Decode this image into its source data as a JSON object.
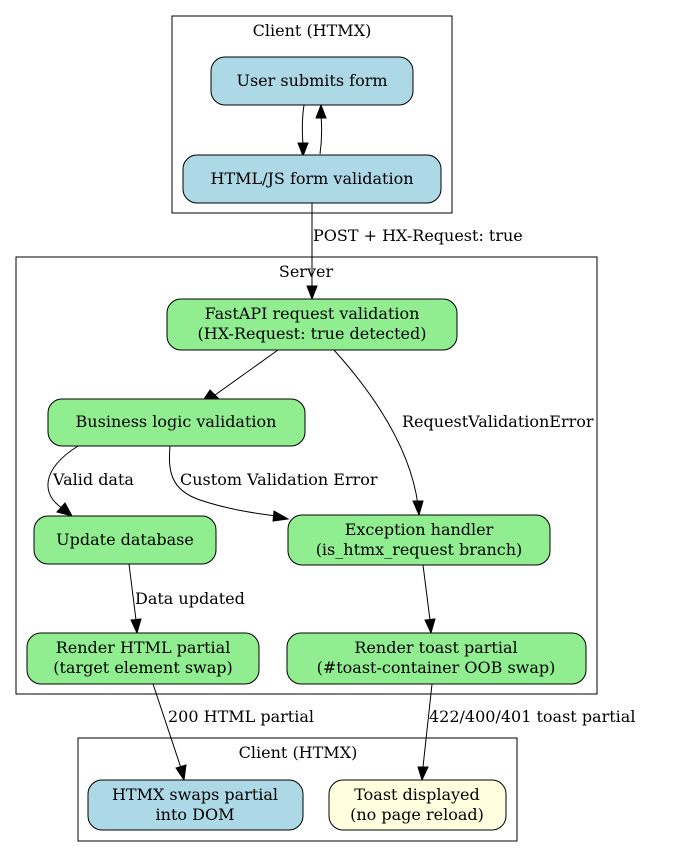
{
  "colors": {
    "client_node": "#add8e6",
    "server_node": "#90ee90",
    "toast_node": "#ffffe0"
  },
  "clusters": {
    "client_top": "Client (HTMX)",
    "server": "Server",
    "client_bottom": "Client (HTMX)"
  },
  "nodes": {
    "user_submits": [
      "User submits form"
    ],
    "form_validation": [
      "HTML/JS form validation"
    ],
    "fastapi_validation": [
      "FastAPI request validation",
      "(HX-Request: true detected)"
    ],
    "business_logic": [
      "Business logic validation"
    ],
    "update_db": [
      "Update database"
    ],
    "exception_handler": [
      "Exception handler",
      "(is_htmx_request branch)"
    ],
    "render_html": [
      "Render HTML partial",
      "(target element swap)"
    ],
    "render_toast": [
      "Render toast partial",
      "(#toast-container OOB swap)"
    ],
    "htmx_swaps": [
      "HTMX swaps partial",
      "into DOM"
    ],
    "toast_displayed": [
      "Toast displayed",
      "(no page reload)"
    ]
  },
  "edges": {
    "post_request": "POST + HX-Request: true",
    "request_validation_error": "RequestValidationError",
    "valid_data": "Valid data",
    "custom_validation_error": "Custom Validation Error",
    "data_updated": "Data updated",
    "html_partial_200": "200 HTML partial",
    "toast_partial_errors": "422/400/401 toast partial"
  }
}
